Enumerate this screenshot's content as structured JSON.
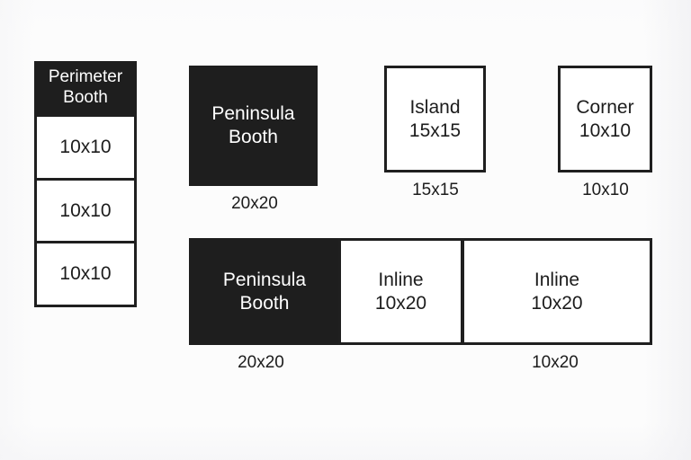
{
  "diagram": {
    "background_color": "#fcfcfc",
    "dark_fill": "#1e1e1e",
    "light_fill": "#ffffff",
    "stroke_color": "#1f1f1f",
    "perimeter_column": {
      "header": {
        "line1": "Perimeter",
        "line2": "Booth"
      },
      "cells": [
        {
          "size": "10x10"
        },
        {
          "size": "10x10"
        },
        {
          "size": "10x10"
        }
      ]
    },
    "top_row": [
      {
        "id": "peninsula",
        "style": "dark",
        "line1": "Peninsula",
        "line2": "Booth",
        "caption": "20x20"
      },
      {
        "id": "island",
        "style": "light",
        "line1": "Island",
        "line2": "15x15",
        "caption": "15x15"
      },
      {
        "id": "corner",
        "style": "light",
        "line1": "Corner",
        "line2": "10x10",
        "caption": "10x10"
      }
    ],
    "bottom_row": {
      "blocks": [
        {
          "id": "peninsula-bottom",
          "style": "dark",
          "line1": "Peninsula",
          "line2": "Booth"
        },
        {
          "id": "inline-1",
          "style": "light",
          "line1": "Inline",
          "line2": "10x20"
        },
        {
          "id": "inline-2",
          "style": "light",
          "line1": "Inline",
          "line2": "10x20"
        }
      ],
      "captions": [
        {
          "id": "peninsula-bottom-caption",
          "text": "20x20"
        },
        {
          "id": "inline-caption",
          "text": "10x20"
        }
      ]
    }
  }
}
